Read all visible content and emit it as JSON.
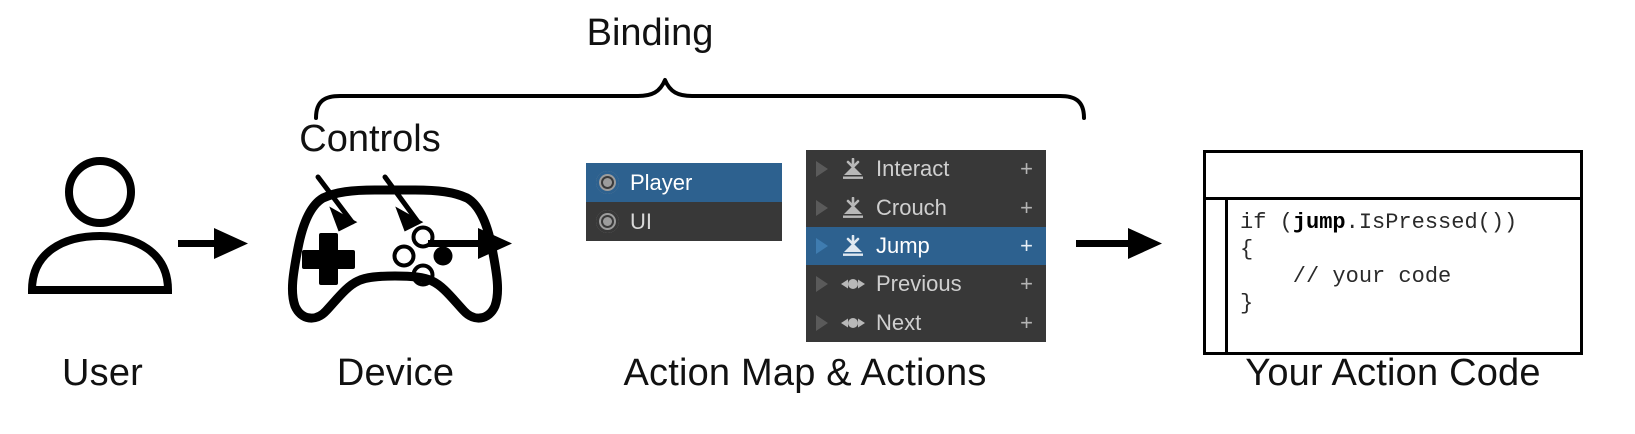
{
  "diagram": {
    "title_brace_label": "Binding",
    "controls_label": "Controls"
  },
  "captions": {
    "user": "User",
    "device": "Device",
    "action_map": "Action Map & Actions",
    "code": "Your Action Code"
  },
  "action_map_panel": {
    "icon_name": "action-map-icon",
    "items": [
      {
        "label": "Player",
        "selected": true
      },
      {
        "label": "UI",
        "selected": false
      }
    ]
  },
  "actions_panel": {
    "add_binding_label": "+",
    "items": [
      {
        "label": "Interact",
        "icon": "button-action-icon",
        "selected": false,
        "add": "+"
      },
      {
        "label": "Crouch",
        "icon": "button-action-icon",
        "selected": false,
        "add": "+"
      },
      {
        "label": "Jump",
        "icon": "button-action-icon",
        "selected": true,
        "add": "+"
      },
      {
        "label": "Previous",
        "icon": "axis-1d-action-icon",
        "selected": false,
        "add": "+"
      },
      {
        "label": "Next",
        "icon": "axis-1d-action-icon",
        "selected": false,
        "add": "+"
      }
    ]
  },
  "code_window": {
    "lines": [
      {
        "pre": "if (",
        "bold": "jump",
        "post": ".IsPressed())"
      },
      {
        "pre": "{",
        "bold": "",
        "post": ""
      },
      {
        "pre": "    // your code",
        "bold": "",
        "post": ""
      },
      {
        "pre": "}",
        "bold": "",
        "post": ""
      }
    ]
  },
  "colors": {
    "panel_bg": "#383838",
    "selection_blue": "#2d618f",
    "row_text": "#cfcfcf",
    "ink": "#000000",
    "page_bg": "#ffffff"
  },
  "icons": {
    "user": "user-avatar-icon",
    "device": "gamepad-icon",
    "flow_arrow": "right-arrow-icon"
  }
}
